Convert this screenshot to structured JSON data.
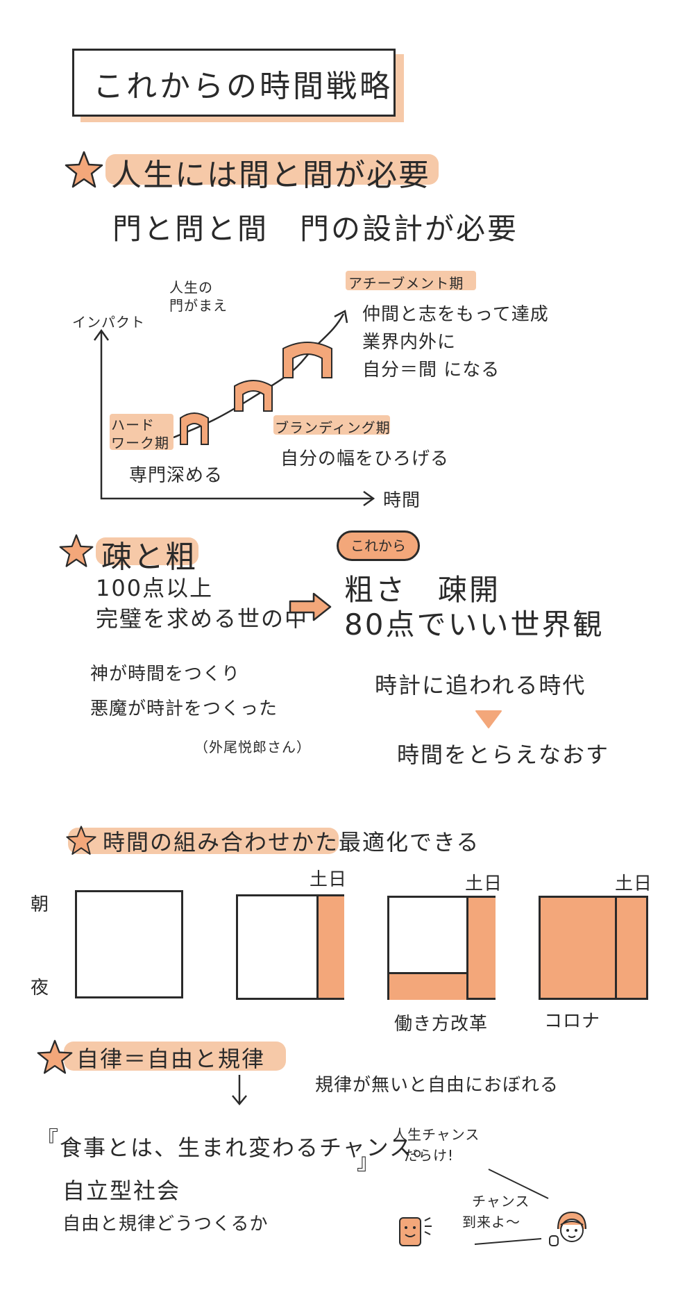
{
  "title": "これからの時間戦略",
  "section1": {
    "heading": "人生には間と間が必要",
    "subheading": "門と問と間　門の設計が必要",
    "y_axis_label": "インパクト",
    "x_axis_label": "時間",
    "gate_note": [
      "人生の",
      "門がまえ"
    ],
    "stages": {
      "hard_work": {
        "label_lines": [
          "ハード",
          "ワーク期"
        ],
        "desc": "専門深める"
      },
      "branding": {
        "label": "ブランディング期",
        "desc": "自分の幅をひろげる"
      },
      "achievement": {
        "label": "アチーブメント期",
        "desc_lines": [
          "仲間と志をもって達成",
          "業界内外に",
          "自分＝間 になる"
        ]
      }
    }
  },
  "section2": {
    "heading": "疎と粗",
    "left_lines": [
      "100点以上",
      "完璧を求める世の中"
    ],
    "pill": "これから",
    "right_lines": [
      "粗さ　疎開",
      "80点でいい世界観"
    ],
    "quote_lines": [
      "神が時間をつくり",
      "悪魔が時計をつくった"
    ],
    "quote_author": "（外尾悦郎さん）",
    "shift_from": "時計に追われる時代",
    "shift_to": "時間をとらえなおす"
  },
  "section3": {
    "heading": "時間の組み合わせかた最適化できる",
    "morning": "朝",
    "night": "夜",
    "weekend": "土日",
    "caption_reform": "働き方改革",
    "caption_corona": "コロナ"
  },
  "section4": {
    "heading": "自律＝自由と規律",
    "right_note": "規律が無いと自由におぼれる",
    "quote_open": "『",
    "quote": "食事とは、生まれ変わるチャンス。",
    "quote_close": "』",
    "note1_lines": [
      "人生チャンス",
      "だらけ!"
    ],
    "note2_lines": [
      "チャンス",
      "到来よ〜"
    ],
    "society": "自立型社会",
    "society_sub": "自由と規律どうつくるか"
  },
  "colors": {
    "accent": "#f3a77a",
    "highlight": "#f6c9a8",
    "ink": "#2a2a2a"
  }
}
